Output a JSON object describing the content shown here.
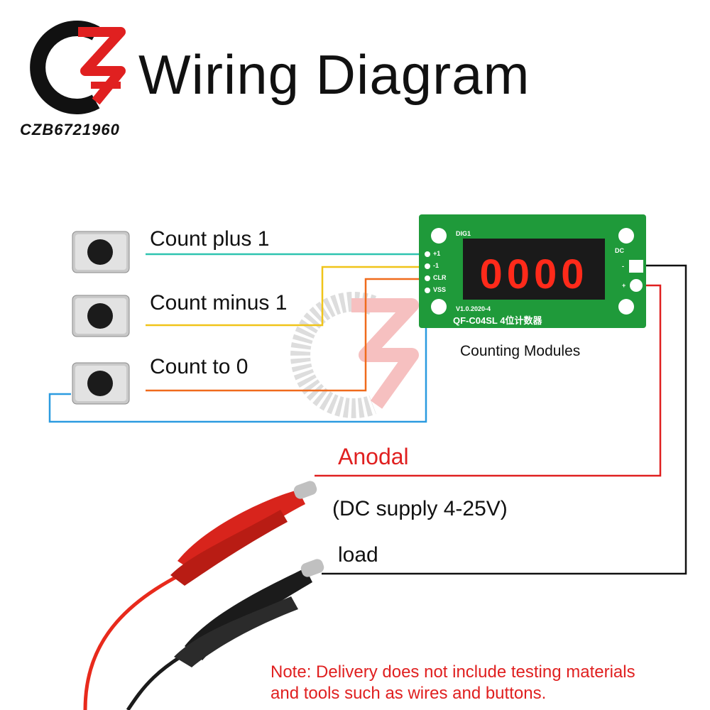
{
  "header": {
    "title": "Wiring Diagram",
    "brand_code": "CZB6721960"
  },
  "buttons": [
    {
      "label": "Count plus 1"
    },
    {
      "label": "Count minus 1"
    },
    {
      "label": "Count to 0"
    }
  ],
  "module": {
    "caption": "Counting Modules",
    "model": "QF-C04SL 4位计数器",
    "version": "V1.0.2020-4",
    "silk": "DIG1",
    "display_digits": "0000",
    "pins": [
      "+1",
      "-1",
      "CLR",
      "VSS"
    ],
    "power_label": "DC",
    "power_pins": [
      "-",
      "+"
    ]
  },
  "supply": {
    "anodal_label": "Anodal",
    "voltage_label": "(DC supply 4-25V)",
    "load_label": "load"
  },
  "note": {
    "line1": "Note: Delivery does not include testing materials",
    "line2": "and tools such as wires and buttons."
  },
  "colors": {
    "wire_plus": "#2ec4b0",
    "wire_minus": "#f0c419",
    "wire_clear": "#f06b1c",
    "wire_vss": "#2b9be0",
    "wire_anodal": "#e02020",
    "wire_load": "#111111",
    "pcb": "#1f9a3a",
    "segment": "#ff2a1a"
  }
}
